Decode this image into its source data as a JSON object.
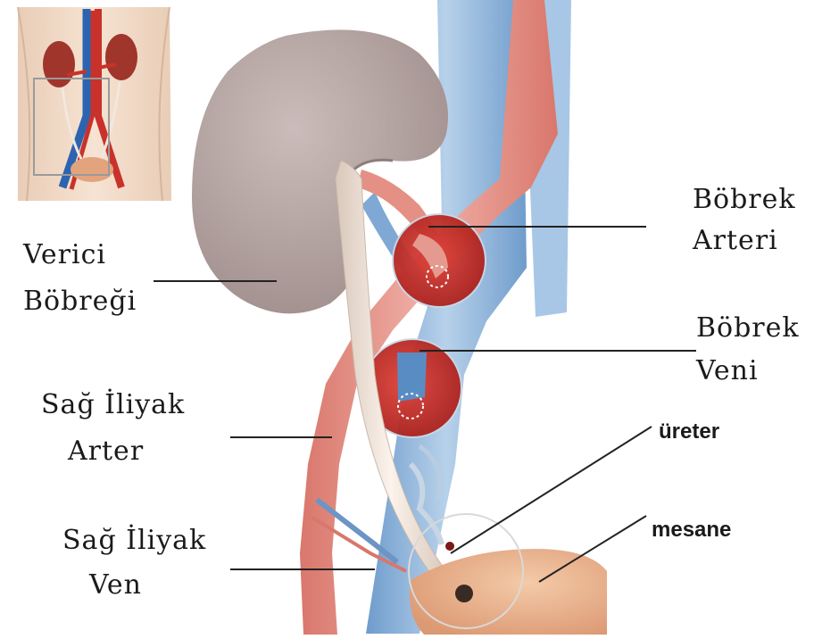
{
  "labels": {
    "verici_bobregi": {
      "line1": "Verici",
      "line2": "Böbreği"
    },
    "sag_iliyak_arter": {
      "line1": "Sağ İliyak",
      "line2": "Arter"
    },
    "sag_iliyak_ven": {
      "line1": "Sağ İliyak",
      "line2": "Ven"
    },
    "bobrek_arteri": {
      "line1": "Böbrek",
      "line2": "Arteri"
    },
    "bobrek_veni": {
      "line1": "Böbrek",
      "line2": "Veni"
    },
    "ureter": "üreter",
    "mesane": "mesane"
  },
  "colors": {
    "kidney": "#b9a8a6",
    "kidney_shadow": "#9e8c8a",
    "artery": "#e2938a",
    "artery_dark": "#c85a4e",
    "vein": "#8fb6dc",
    "vein_dark": "#3f6fae",
    "ureter": "#efe2d8",
    "bladder": "#e8b08e",
    "anastomosis": "#c8241e",
    "leader_line": "#222222"
  }
}
